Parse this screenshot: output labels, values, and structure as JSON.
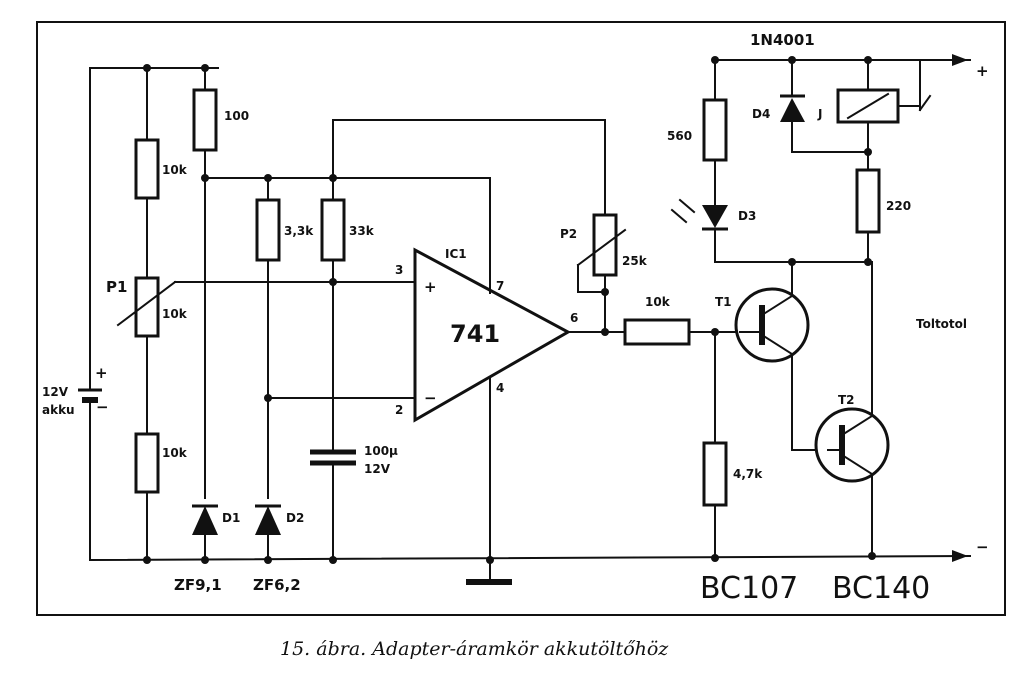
{
  "labels": {
    "r_10k_top": "10k",
    "r_100": "100",
    "p1": "P1",
    "p1_val": "10k",
    "r_10k_bottom": "10k",
    "battery_plus": "+",
    "battery_minus": "−",
    "battery_val": "12V",
    "battery_type": "akku",
    "d1": "D1",
    "zf91": "ZF9,1",
    "d2": "D2",
    "zf62": "ZF6,2",
    "r_33k_a": "3,3k",
    "r_33k_b": "33k",
    "cap_val": "100µ",
    "cap_volt": "12V",
    "ic_name": "IC1",
    "ic_part": "741",
    "pin3": "3",
    "pin2": "2",
    "pin7": "7",
    "pin4": "4",
    "pin6": "6",
    "in_plus": "+",
    "in_minus": "−",
    "p2": "P2",
    "p2_val": "25k",
    "r_10k_base": "10k",
    "r_560": "560",
    "d3": "D3",
    "diode_part": "1N4001",
    "d4": "D4",
    "relay": "J",
    "r_220": "220",
    "t1": "T1",
    "t2": "T2",
    "r_47k": "4,7k",
    "out_label": "Toltotol",
    "term_plus": "+",
    "term_minus": "−",
    "bc107": "BC107",
    "bc140": "BC140"
  },
  "caption": "15. ábra. Adapter-áramkör akkutöltőhöz"
}
